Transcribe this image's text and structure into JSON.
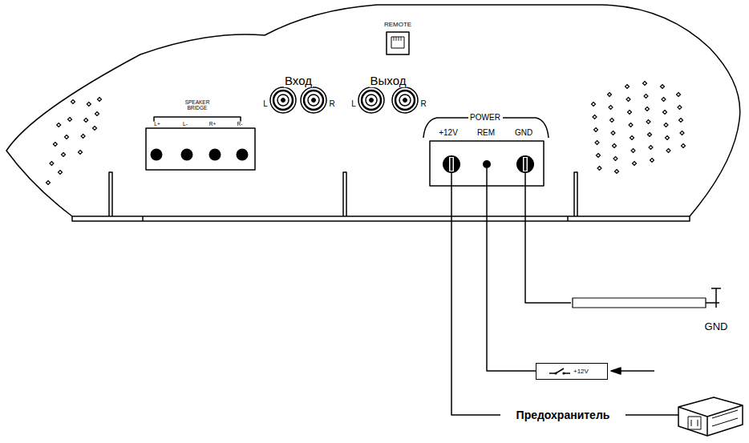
{
  "diagram": {
    "nodes": [
      {
        "text": [
          "+12V"
        ]
      }
    ],
    "labels": [
      "REMOTE",
      "Вход",
      "Выход",
      "L",
      "R",
      "L",
      "R",
      "SPEAKER BRIDGE",
      "L+",
      "L-",
      "R+",
      "R-",
      "POWER",
      "+12V",
      "REM",
      "GND",
      "GND",
      "Предохранитель"
    ]
  }
}
